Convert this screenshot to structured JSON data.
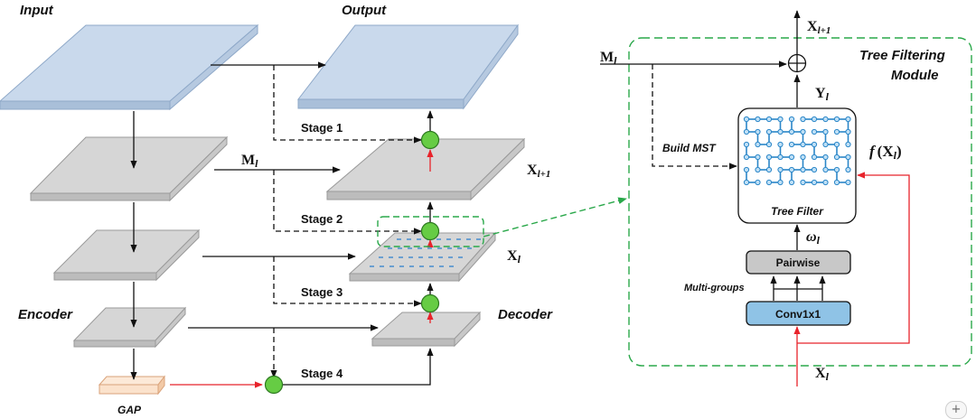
{
  "labels": {
    "input": "Input",
    "output": "Output",
    "encoder": "Encoder",
    "decoder": "Decoder",
    "gap": "GAP",
    "stage1": "Stage 1",
    "stage2": "Stage 2",
    "stage3": "Stage 3",
    "stage4": "Stage 4",
    "m_main": "M",
    "m_sub": "l",
    "x_next_main": "X",
    "x_next_sub": "l+1",
    "x_main": "X",
    "x_sub": "l"
  },
  "module": {
    "title_line1": "Tree Filtering",
    "title_line2": "Module",
    "m_main": "M",
    "m_sub": "l",
    "x_next_main": "X",
    "x_next_sub": "l+1",
    "y_main": "Y",
    "y_sub": "l",
    "build_mst": "Build MST",
    "tree_filter": "Tree Filter",
    "f_prefix": "f",
    "f_open": "(X",
    "f_sub": "l",
    "f_close": ")",
    "omega_main": "ω",
    "omega_sub": "l",
    "pairwise": "Pairwise",
    "multi_groups": "Multi-groups",
    "conv": "Conv1x1",
    "x_in_main": "X",
    "x_in_sub": "l"
  },
  "ui": {
    "plus": "+"
  },
  "colors": {
    "input_slab": "#c9d9ec",
    "gray_slab": "#d6d6d6",
    "gap_box": "#fbe2cc",
    "node_green": "#66cc44",
    "red_arrow": "#e8232b",
    "module_border": "#2aa84a",
    "tree_blue": "#2a86c8",
    "conv_fill": "#8fc3e6",
    "pairwise_fill": "#c8c8c8"
  }
}
